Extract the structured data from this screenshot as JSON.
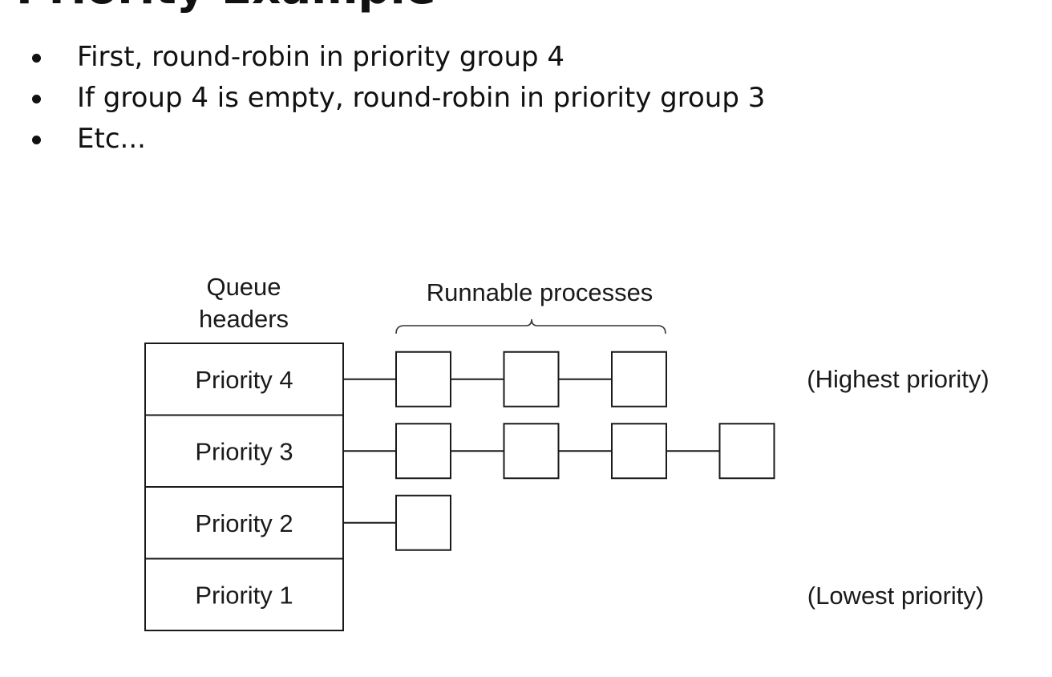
{
  "slide": {
    "title": "Priority Example",
    "bullets": [
      "First, round-robin in priority group 4",
      "If group 4 is empty, round-robin in priority group 3",
      "Etc..."
    ]
  },
  "diagram": {
    "queue_header_label_line1": "Queue",
    "queue_header_label_line2": "headers",
    "runnable_label": "Runnable processes",
    "highest_label": "(Highest priority)",
    "lowest_label": "(Lowest priority)",
    "queues": [
      {
        "label": "Priority 4",
        "process_count": 3
      },
      {
        "label": "Priority 3",
        "process_count": 4
      },
      {
        "label": "Priority 2",
        "process_count": 1
      },
      {
        "label": "Priority 1",
        "process_count": 0
      }
    ]
  }
}
